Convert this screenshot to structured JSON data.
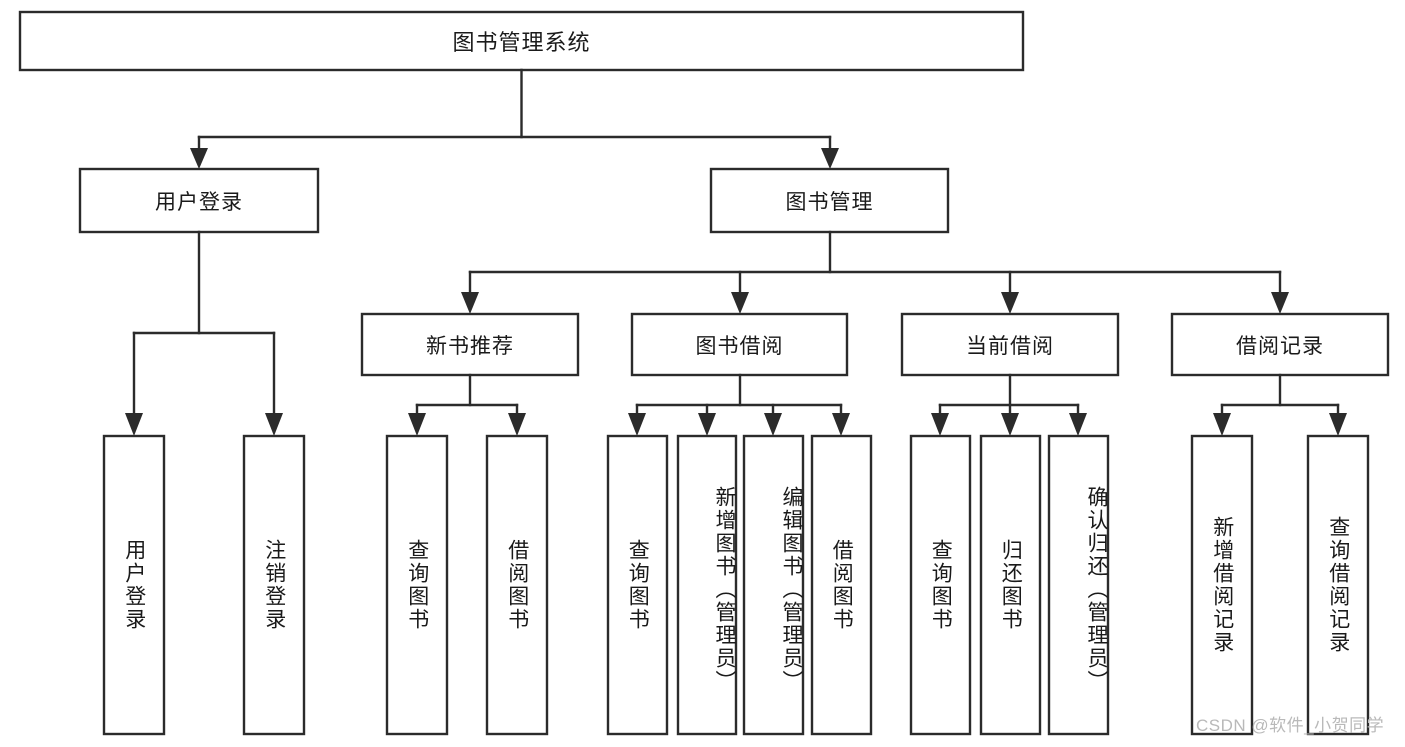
{
  "diagram": {
    "type": "tree",
    "title": "图书管理系统",
    "orientation": "top-down",
    "colors": {
      "box_fill": "#ffffff",
      "box_stroke": "#2b2b2b",
      "text": "#1a1a1a",
      "watermark": "#b9b9b9",
      "background": "#ffffff"
    },
    "root": {
      "label": "图书管理系统"
    },
    "level2": [
      {
        "label": "用户登录"
      },
      {
        "label": "图书管理"
      }
    ],
    "level3": [
      {
        "label": "新书推荐"
      },
      {
        "label": "图书借阅"
      },
      {
        "label": "当前借阅"
      },
      {
        "label": "借阅记录"
      }
    ],
    "leaves": {
      "user_login": [
        {
          "label": "用户登录"
        },
        {
          "label": "注销登录"
        }
      ],
      "new_book_rec": [
        {
          "label": "查询图书"
        },
        {
          "label": "借阅图书"
        }
      ],
      "book_borrow": [
        {
          "label": "查询图书"
        },
        {
          "label": "新增图书（管理员）"
        },
        {
          "label": "编辑图书（管理员）"
        },
        {
          "label": "借阅图书"
        }
      ],
      "current_borrow": [
        {
          "label": "查询图书"
        },
        {
          "label": "归还图书"
        },
        {
          "label": "确认归还（管理员）"
        }
      ],
      "borrow_record": [
        {
          "label": "新增借阅记录"
        },
        {
          "label": "查询借阅记录"
        }
      ]
    }
  },
  "watermark": {
    "text": "CSDN @软件_小贺同学"
  }
}
